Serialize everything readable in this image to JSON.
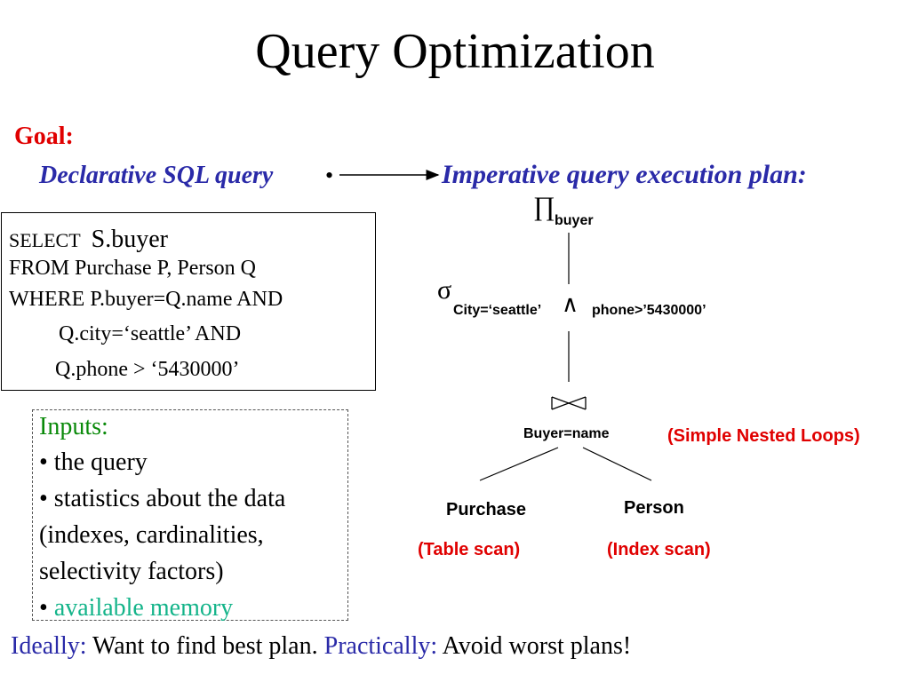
{
  "title": "Query Optimization",
  "goal_label": "Goal:",
  "declarative_label": "Declarative SQL query",
  "bullet": "•",
  "imperative_label": "Imperative query execution plan:",
  "sql": {
    "select_kw": "SELECT",
    "select_col": "S.buyer",
    "from_line": "FROM Purchase P, Person Q",
    "where_line": "WHERE P.buyer=Q.name AND",
    "cond1": "Q.city=‘seattle’ AND",
    "cond2": "Q.phone > ‘5430000’"
  },
  "plan": {
    "projection_symbol": "∏",
    "projection_subscript": "buyer",
    "selection_symbol": "σ",
    "selection_subscript_left": "City=‘seattle’",
    "and_symbol": "∧",
    "selection_subscript_right": "phone>’5430000’",
    "join_subscript": "Buyer=name",
    "join_method": "(Simple Nested Loops)",
    "left_table": "Purchase",
    "left_method": "(Table scan)",
    "right_table": "Person",
    "right_method": "(Index scan)"
  },
  "inputs": {
    "heading": "Inputs:",
    "items": [
      "•  the query",
      "•  statistics about the data",
      "(indexes, cardinalities,",
      "selectivity factors)"
    ],
    "last_bullet": "•  ",
    "last_item": "available memory"
  },
  "bottom": {
    "ideally_label": "Ideally:",
    "ideally_text": " Want to find best plan.  ",
    "practically_label": "Practically:",
    "practically_text": " Avoid worst plans!"
  },
  "colors": {
    "red": "#e00000",
    "blue": "#2a2aa8",
    "green": "#0a8a0a",
    "teal": "#14b48a"
  }
}
